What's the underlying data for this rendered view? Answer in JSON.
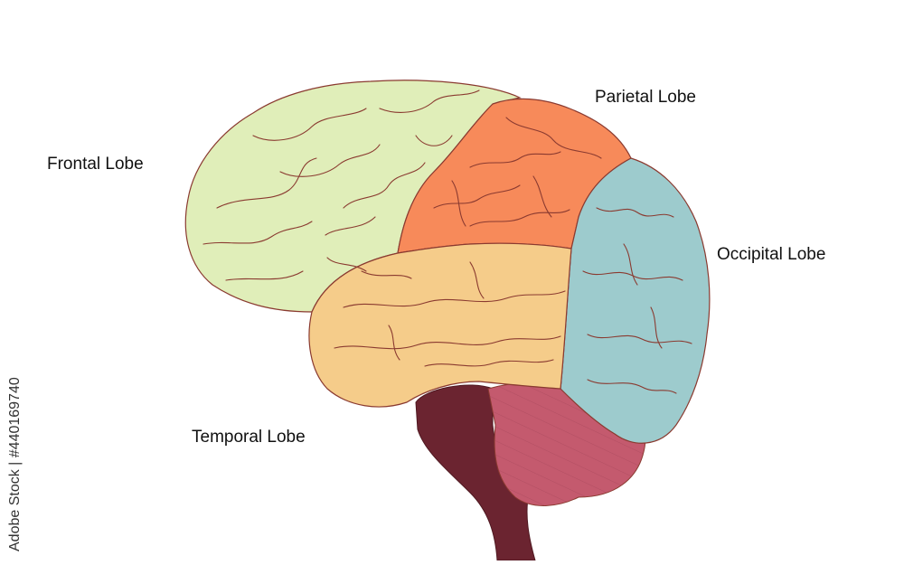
{
  "labels": {
    "frontal": "Frontal Lobe",
    "parietal": "Parietal Lobe",
    "occipital": "Occipital Lobe",
    "temporal": "Temporal Lobe"
  },
  "watermark": {
    "text": "Adobe Stock | #440169740"
  },
  "colors": {
    "frontal": "#e0eeb9",
    "parietal": "#f78a5a",
    "occipital": "#9dcbcd",
    "temporal": "#f5cc8a",
    "cerebellum": "#c45a6e",
    "brainstem": "#6b2430",
    "outline": "#8a3a30",
    "label_text": "#111111"
  }
}
